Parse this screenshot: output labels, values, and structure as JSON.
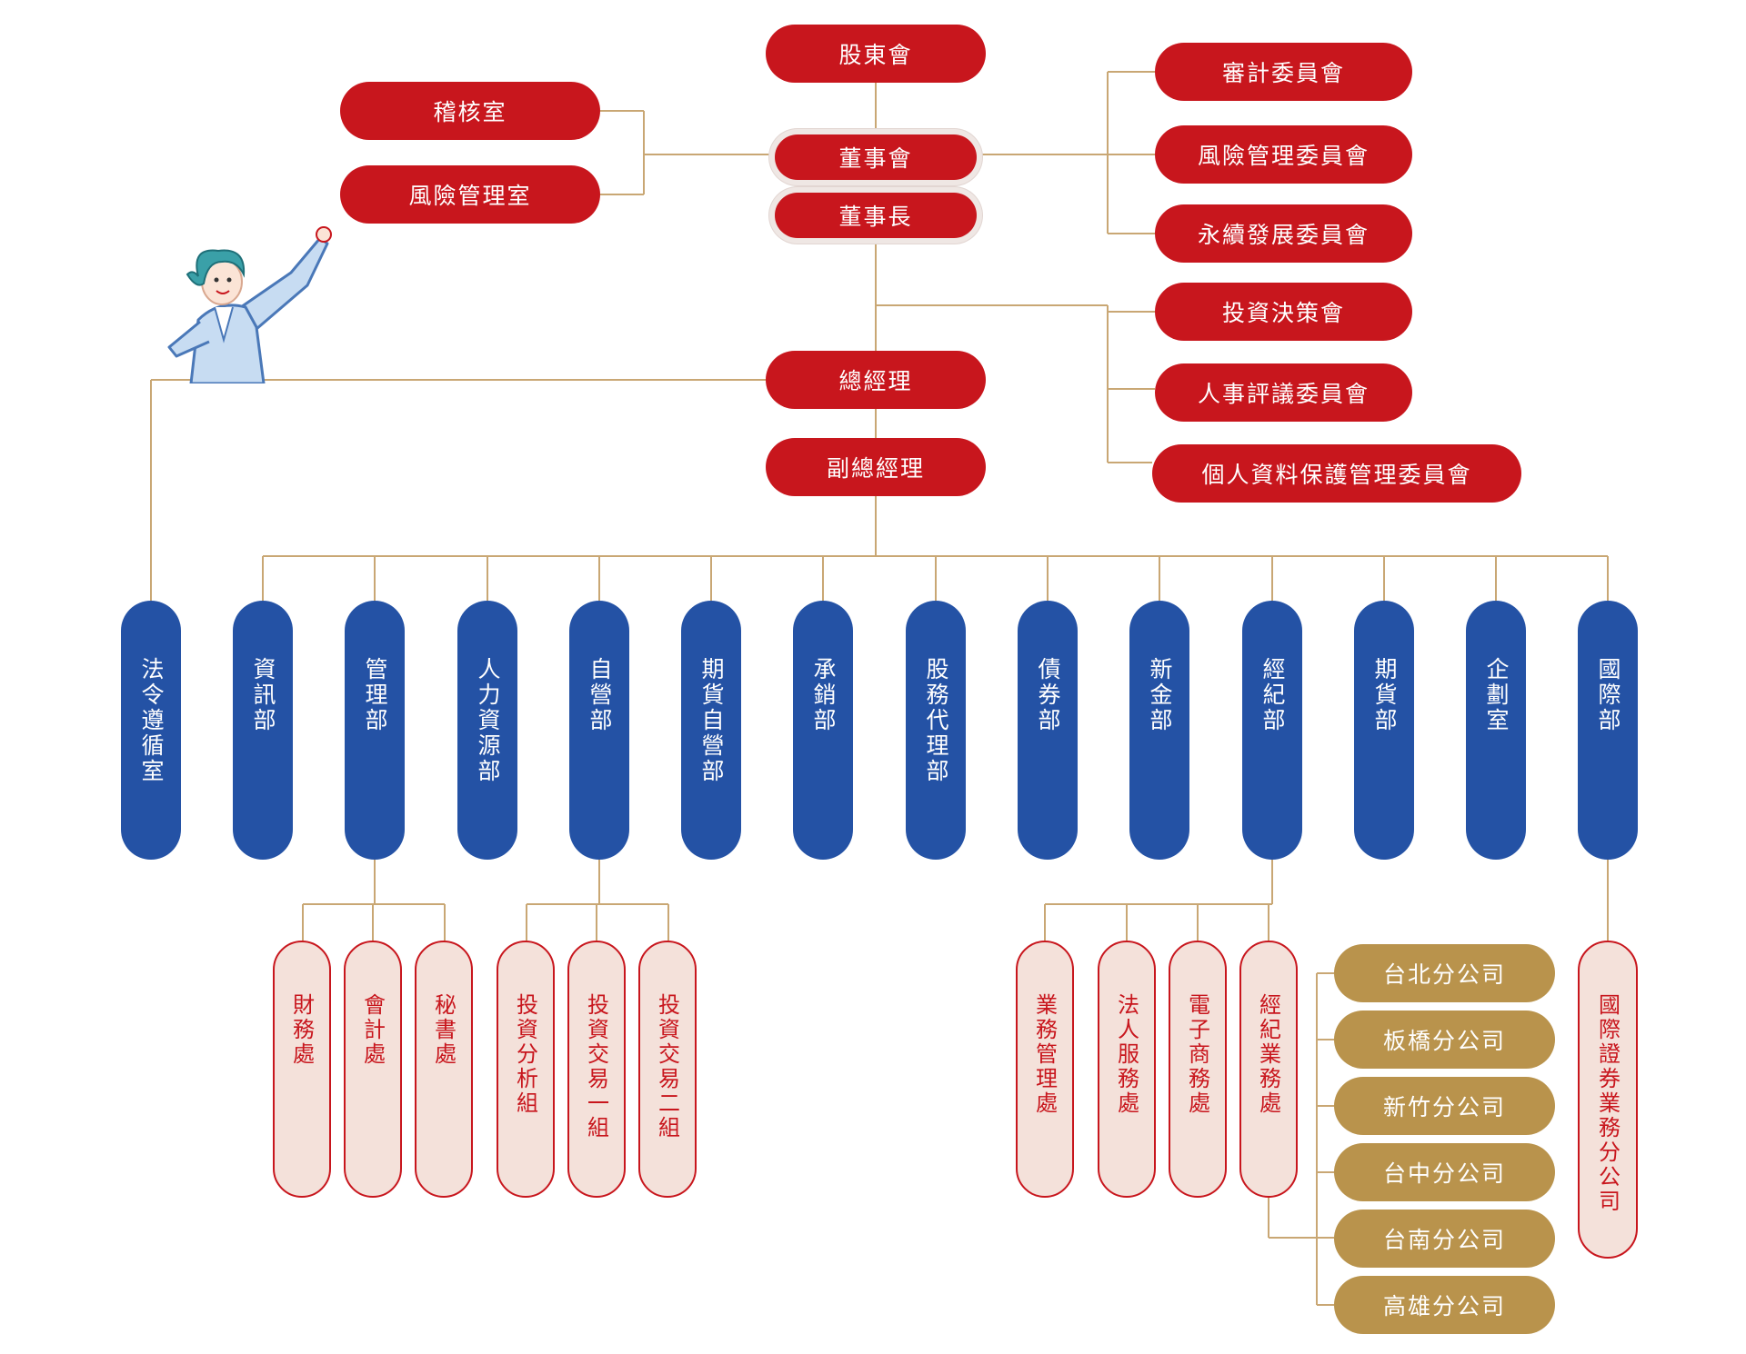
{
  "top": {
    "shareholders": "股東會",
    "board": "董事會",
    "chairman": "董事長",
    "president": "總經理",
    "vice_president": "副總經理"
  },
  "board_staff": [
    "稽核室",
    "風險管理室"
  ],
  "board_committees": [
    "審計委員會",
    "風險管理委員會",
    "永續發展委員會"
  ],
  "mgmt_committees": [
    "投資決策會",
    "人事評議委員會",
    "個人資料保護管理委員會"
  ],
  "departments": [
    "法令遵循室",
    "資訊部",
    "管理部",
    "人力資源部",
    "自營部",
    "期貨自營部",
    "承銷部",
    "股務代理部",
    "債券部",
    "新金部",
    "經紀部",
    "期貨部",
    "企劃室",
    "國際部"
  ],
  "mgmt_units": [
    "財務處",
    "會計處",
    "秘書處"
  ],
  "proprietary_units": [
    "投資分析組",
    "投資交易一組",
    "投資交易二組"
  ],
  "brokerage_units": [
    "業務管理處",
    "法人服務處",
    "電子商務處",
    "經紀業務處"
  ],
  "branches": [
    "台北分公司",
    "板橋分公司",
    "新竹分公司",
    "台中分公司",
    "台南分公司",
    "高雄分公司"
  ],
  "intl_units": [
    "國際證券業務分公司"
  ],
  "colors": {
    "executive": "#c8161d",
    "department": "#2452a5",
    "unit_fill": "#f4e1da",
    "unit_border": "#c8161d",
    "branch": "#b9934c",
    "line": "#c9a774"
  },
  "icons": {
    "mascot": "waving-businesswoman-illustration"
  }
}
